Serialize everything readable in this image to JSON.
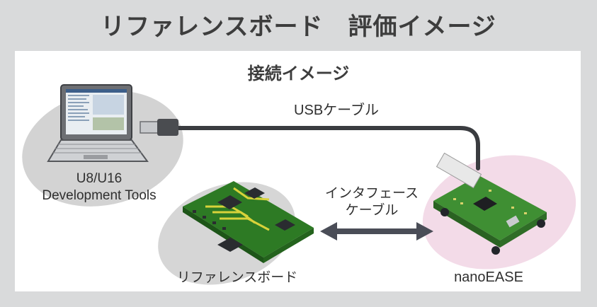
{
  "title": "リファレンスボード　評価イメージ",
  "subtitle": "接続イメージ",
  "labels": {
    "usb_cable": "USBケーブル",
    "dev_tools_line1": "U8/U16",
    "dev_tools_line2": "Development Tools",
    "interface_cable_line1": "インタフェース",
    "interface_cable_line2": "ケーブル",
    "reference_board": "リファレンスボード",
    "nanoease": "nanoEASE"
  },
  "colors": {
    "background": "#d9dadb",
    "panel": "#ffffff",
    "text": "#3d3d3d",
    "gray_ellipse": "#d3d3d3",
    "pink_ellipse": "#f3dbe8",
    "pcb_green": "#3a8a2e",
    "arrow": "#4a4d57"
  }
}
